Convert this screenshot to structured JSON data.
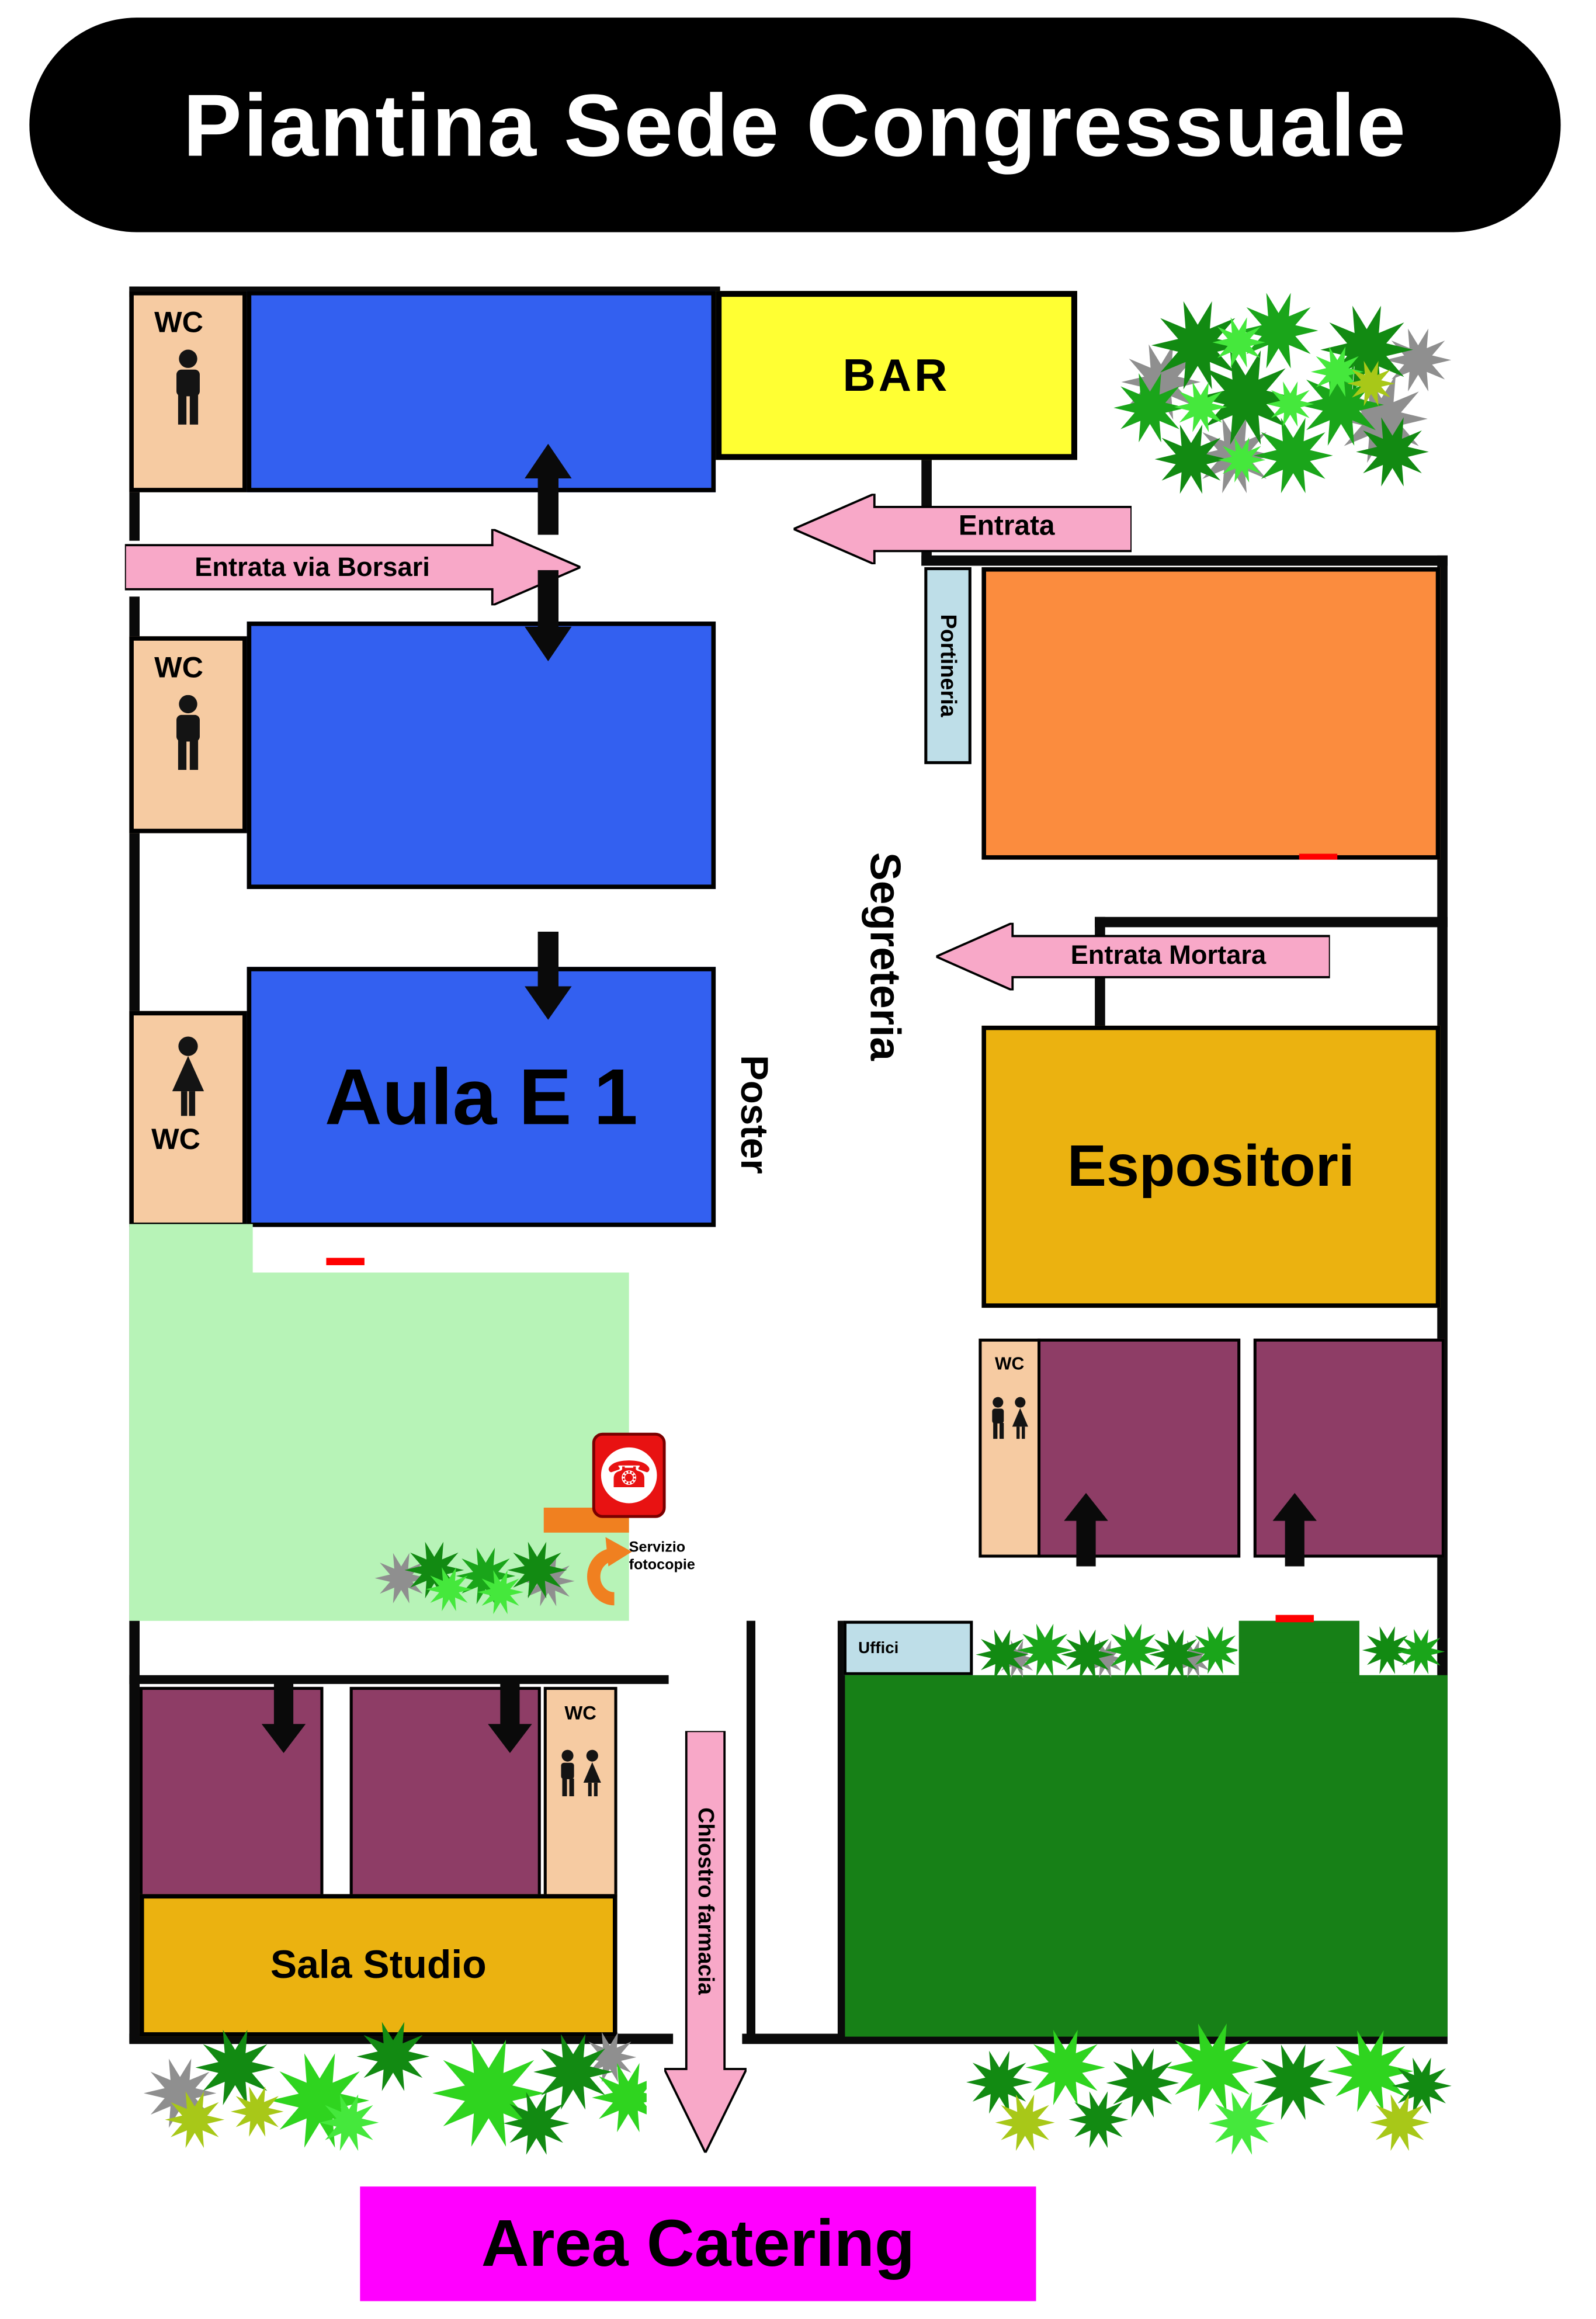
{
  "banner": {
    "title": "Piantina Sede Congressuale"
  },
  "map": {
    "rooms": {
      "bar": {
        "label": "BAR"
      },
      "aula_e1": {
        "label": "Aula E 1"
      },
      "espositori": {
        "label": "Espositori"
      },
      "sala_studio": {
        "label": "Sala Studio"
      },
      "portineria": {
        "label": "Portineria"
      },
      "uffici": {
        "label": "Uffici"
      },
      "wc": {
        "label": "WC"
      }
    },
    "corridors": {
      "segreteria": {
        "label": "Segreteria"
      },
      "poster": {
        "label": "Poster"
      },
      "chiostro_farmacia": {
        "label": "Chiostro farmacia"
      }
    },
    "entrances": {
      "entrata": {
        "label": "Entrata"
      },
      "entrata_via_borsari": {
        "label": "Entrata via Borsari"
      },
      "entrata_mortara": {
        "label": "Entrata Mortara"
      }
    },
    "services": {
      "servizio_fotocopie": {
        "label": "Servizio fotocopie"
      },
      "telefono": {
        "icon": "phone-icon",
        "glyph": "☎"
      }
    }
  },
  "footer": {
    "area_catering": "Area Catering"
  },
  "colors": {
    "banner_bg": "#000000",
    "banner_text": "#FFFFFF",
    "room_blue": "#3360F0",
    "room_yellow": "#FFFF33",
    "room_orange": "#FB8C3E",
    "room_gold": "#EBB210",
    "room_plum": "#8E3D66",
    "room_light_green": "#B7F3B7",
    "area_dark_green": "#178017",
    "wc_peach": "#F6CBA2",
    "label_light_blue": "#BEDEE8",
    "arrow_pink": "#F8A8C8",
    "catering_magenta": "#FF00FF",
    "wall_black": "#0A0A0A",
    "phone_red": "#E81212",
    "copier_orange": "#F08020",
    "accent_red": "#FF0000",
    "tree_dark": "#128A12",
    "tree_mid": "#1AA51A",
    "tree_light": "#45E83C",
    "tree_olive": "#A8C818",
    "tree_shadow": "#8F8F8F"
  }
}
